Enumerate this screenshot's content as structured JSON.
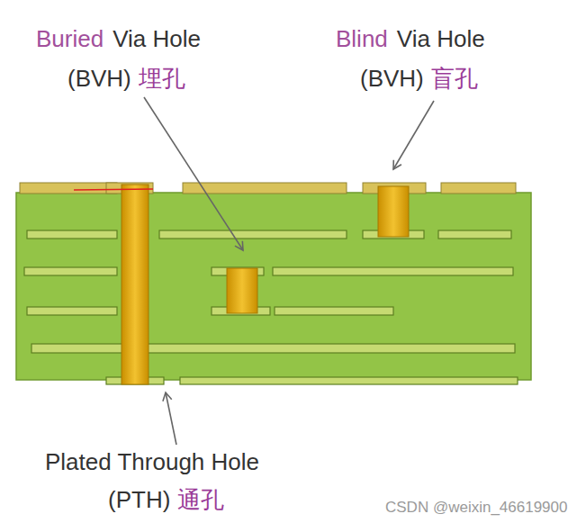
{
  "diagram": {
    "labels": [
      "Buried",
      "Via Hole",
      "(BVH)",
      "埋孔",
      "Blind",
      "Via Hole",
      "(BVH)",
      "盲孔",
      "Plated Through Hole",
      "(PTH)",
      "通孔",
      "CSDN @weixin_46619900"
    ]
  }
}
